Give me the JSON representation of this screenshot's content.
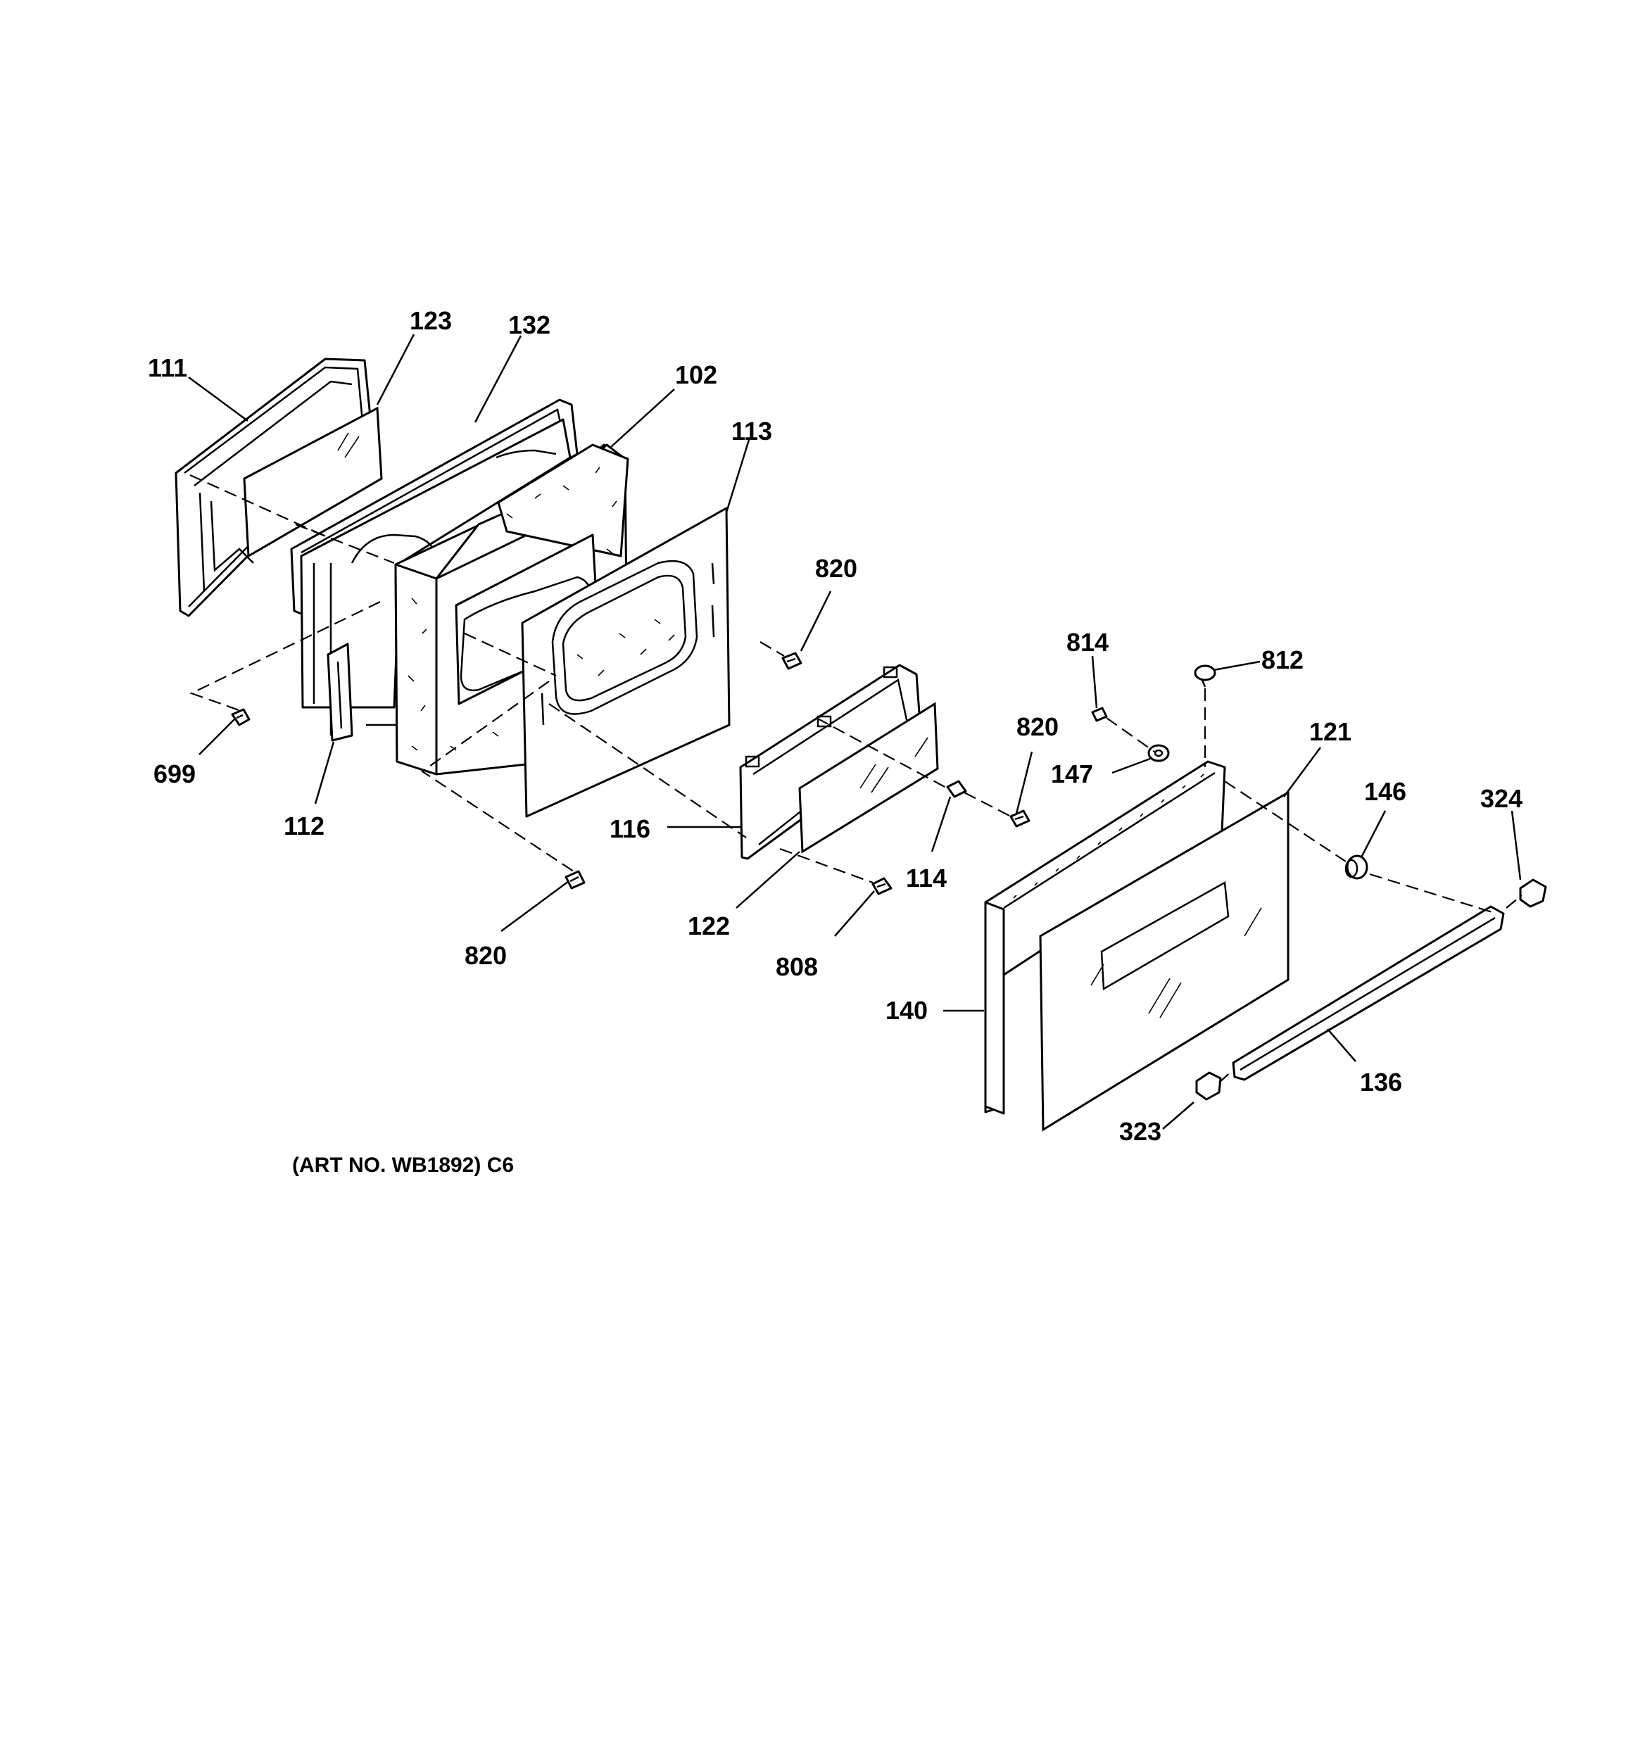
{
  "diagram": {
    "caption": "(ART NO. WB1892) C6",
    "part_labels": {
      "p111": "111",
      "p123": "123",
      "p132": "132",
      "p102": "102",
      "p113": "113",
      "p820a": "820",
      "p699": "699",
      "p112": "112",
      "p820b": "820",
      "p116": "116",
      "p122": "122",
      "p808": "808",
      "p114": "114",
      "p820c": "820",
      "p814": "814",
      "p812": "812",
      "p147": "147",
      "p121": "121",
      "p146": "146",
      "p324": "324",
      "p140": "140",
      "p136": "136",
      "p323": "323"
    }
  }
}
